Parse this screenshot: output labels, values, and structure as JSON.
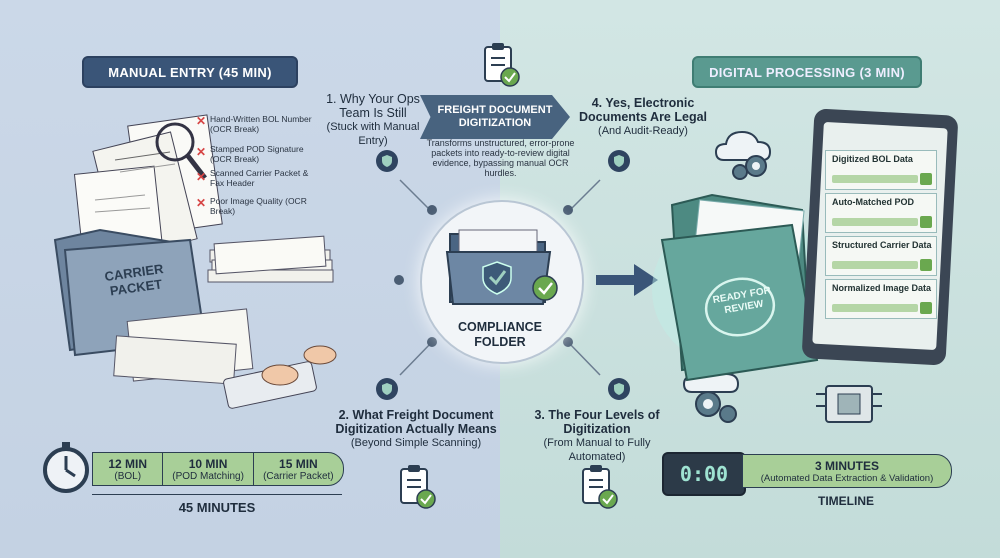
{
  "left": {
    "title": "MANUAL ENTRY (45 MIN)",
    "folder_label_1": "CARRIER",
    "folder_label_2": "PACKET",
    "errors": [
      "Hand-Written BOL Number (OCR Break)",
      "Stamped POD Signature (OCR Break)",
      "Scanned Carrier Packet & Fax Header",
      "Poor Image Quality (OCR Break)"
    ],
    "timeline": [
      {
        "time": "12 MIN",
        "label": "(BOL)"
      },
      {
        "time": "10 MIN",
        "label": "(POD Matching)"
      },
      {
        "time": "15 MIN",
        "label": "(Carrier Packet)"
      }
    ],
    "total": "45 MINUTES"
  },
  "center": {
    "banner": "FREIGHT DOCUMENT DIGITIZATION",
    "banner_desc": "Transforms unstructured, error-prone packets into ready-to-review digital evidence, bypassing manual OCR hurdles.",
    "folder_title_1": "COMPLIANCE",
    "folder_title_2": "FOLDER",
    "q1_title": "1. Why Your Ops Team Is Still",
    "q1_sub": "(Stuck with Manual Entry)",
    "q2_title": "2. What Freight Document Digitization Actually Means",
    "q2_sub": "(Beyond Simple Scanning)",
    "q3_title": "3. The Four Levels of Digitization",
    "q3_sub": "(From Manual to Fully Automated)",
    "q4_title": "4. Yes, Electronic Documents Are Legal",
    "q4_sub": "(And Audit-Ready)"
  },
  "right": {
    "title": "DIGITAL PROCESSING (3 MIN)",
    "stamp": "READY FOR REVIEW",
    "cards": [
      "Digitized BOL Data",
      "Auto-Matched POD",
      "Structured Carrier Data",
      "Normalized Image Data"
    ],
    "clock": "0:00",
    "result_time": "3 MINUTES",
    "result_desc": "(Automated Data Extraction & Validation)",
    "timeline_label": "TIMELINE"
  },
  "colors": {
    "navy": "#3a5578",
    "teal": "#5a9a90",
    "green": "#6aa84f",
    "red": "#d64545"
  }
}
